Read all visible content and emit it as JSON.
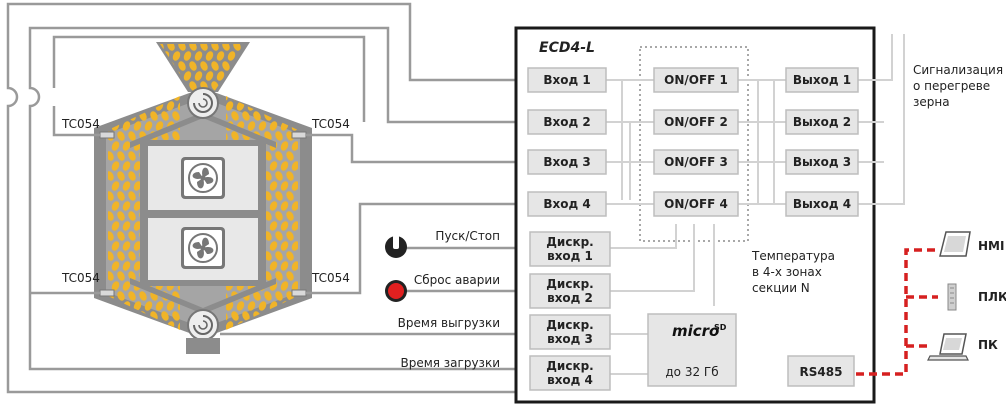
{
  "controller": {
    "title": "ECD4-L",
    "inputs": [
      "Вход 1",
      "Вход 2",
      "Вход 3",
      "Вход 4"
    ],
    "logic": [
      "ON/OFF 1",
      "ON/OFF 2",
      "ON/OFF 3",
      "ON/OFF 4"
    ],
    "outputs": [
      "Выход 1",
      "Выход 2",
      "Выход 3",
      "Выход 4"
    ],
    "discrete_inputs": [
      {
        "line1": "Дискр.",
        "line2": "вход 1"
      },
      {
        "line1": "Дискр.",
        "line2": "вход 2"
      },
      {
        "line1": "Дискр.",
        "line2": "вход 3"
      },
      {
        "line1": "Дискр.",
        "line2": "вход 4"
      }
    ],
    "sd_logo": "micro",
    "sd_sub": "SD",
    "sd_capacity": "до 32 Гб",
    "rs485": "RS485",
    "temp_note": [
      "Температура",
      "в 4-х зонах",
      "секции N"
    ]
  },
  "alarm_note": [
    "Сигнализация",
    "о перегреве",
    "зерна"
  ],
  "sensor_labels": [
    "TC054",
    "TC054",
    "TC054",
    "TC054"
  ],
  "discrete_labels": [
    "Пуск/Стоп",
    "Сброс аварии",
    "Время выгрузки",
    "Время загрузки"
  ],
  "devices": [
    "HMI",
    "ПЛК",
    "ПК"
  ],
  "colors": {
    "grain": "#f0b428",
    "red": "#d62020",
    "frame": "#8c8c8c",
    "block": "#e6e6e6"
  }
}
